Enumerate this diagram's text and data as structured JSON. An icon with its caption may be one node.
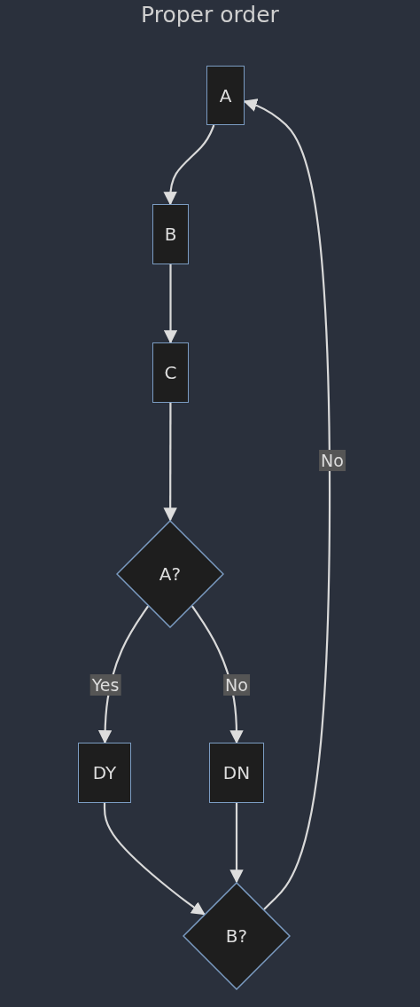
{
  "diagram": {
    "title": "Proper order",
    "nodes": [
      {
        "text": [
          "A"
        ]
      },
      {
        "text": [
          "B"
        ]
      },
      {
        "text": [
          "C"
        ]
      },
      {
        "text": [
          "A?"
        ]
      },
      {
        "text": [
          "DY"
        ]
      },
      {
        "text": [
          "DN"
        ]
      },
      {
        "text": [
          "B?"
        ]
      }
    ],
    "edges": [
      {
        "from": 0,
        "to": 1,
        "arrow": "to"
      },
      {
        "from": 1,
        "to": 2,
        "arrow": "to"
      },
      {
        "from": 2,
        "to": 3,
        "arrow": "to"
      },
      {
        "from": 3,
        "to": 4,
        "label": "Yes",
        "arrow": "to"
      },
      {
        "from": 3,
        "to": 5,
        "label": "No",
        "arrow": "to"
      },
      {
        "from": 4,
        "to": 6,
        "arrow": "to"
      },
      {
        "from": 5,
        "to": 6,
        "arrow": "to"
      },
      {
        "from": 6,
        "to": 0,
        "label": "No",
        "arrow": "to"
      }
    ]
  }
}
